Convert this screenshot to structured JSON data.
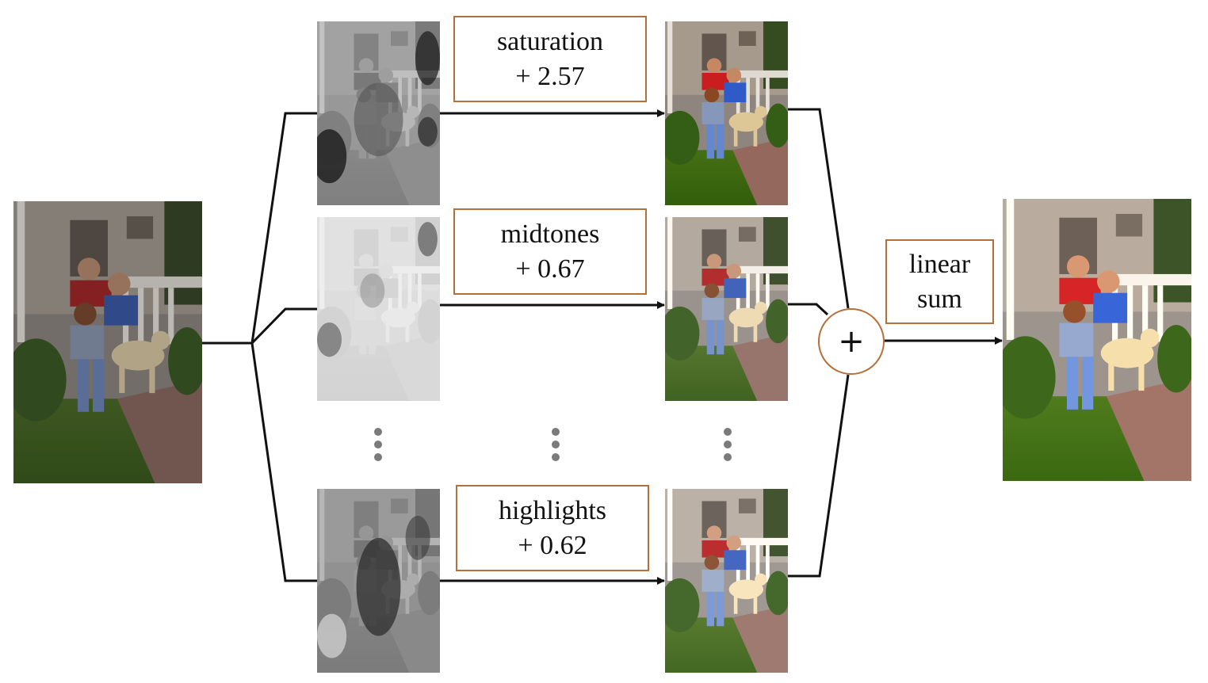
{
  "diagram": {
    "adjustments": [
      {
        "name": "saturation",
        "value": "+ 2.57",
        "mask_tone": "dark-textured"
      },
      {
        "name": "midtones",
        "value": "+ 0.67",
        "mask_tone": "light"
      },
      {
        "name": "highlights",
        "value": "+ 0.62",
        "mask_tone": "mid-gray"
      }
    ],
    "sum_symbol": "+",
    "combine_label_line1": "linear",
    "combine_label_line2": "sum",
    "ellipsis": "⋮",
    "colors": {
      "box_border": "#b5703a",
      "line": "#111111",
      "dots": "#7a7a7a"
    },
    "icons": {
      "input_photo": "family-porch-photo-icon",
      "mask": "grayscale-mask-icon",
      "output_photo": "enhanced-photo-icon"
    }
  }
}
